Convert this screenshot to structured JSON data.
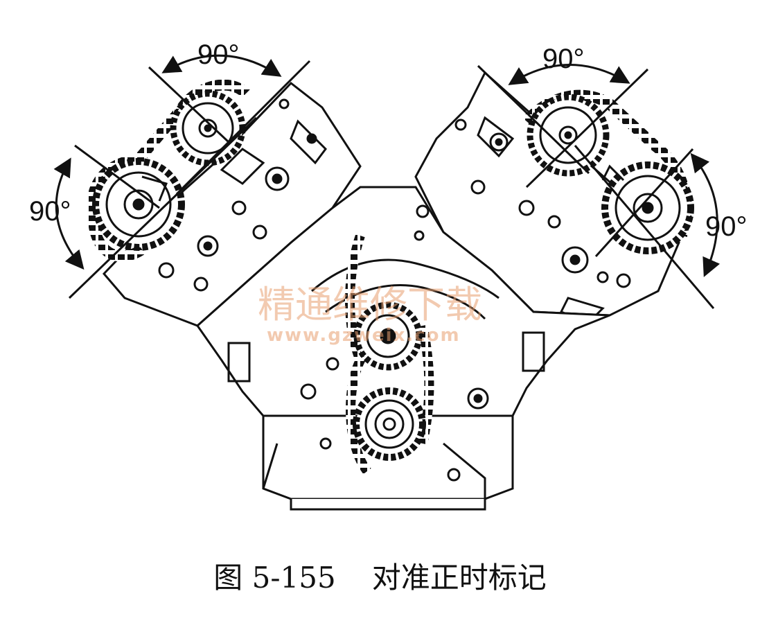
{
  "figure": {
    "angle_labels": {
      "left_top": "90°",
      "left_side": "90°",
      "right_top": "90°",
      "right_side": "90°"
    },
    "watermark": {
      "text_cn": "精通维修下载",
      "url": "www.gzweix.com",
      "color": "#e8a070"
    },
    "caption": {
      "number": "图 5-155",
      "title": "对准正时标记"
    }
  }
}
